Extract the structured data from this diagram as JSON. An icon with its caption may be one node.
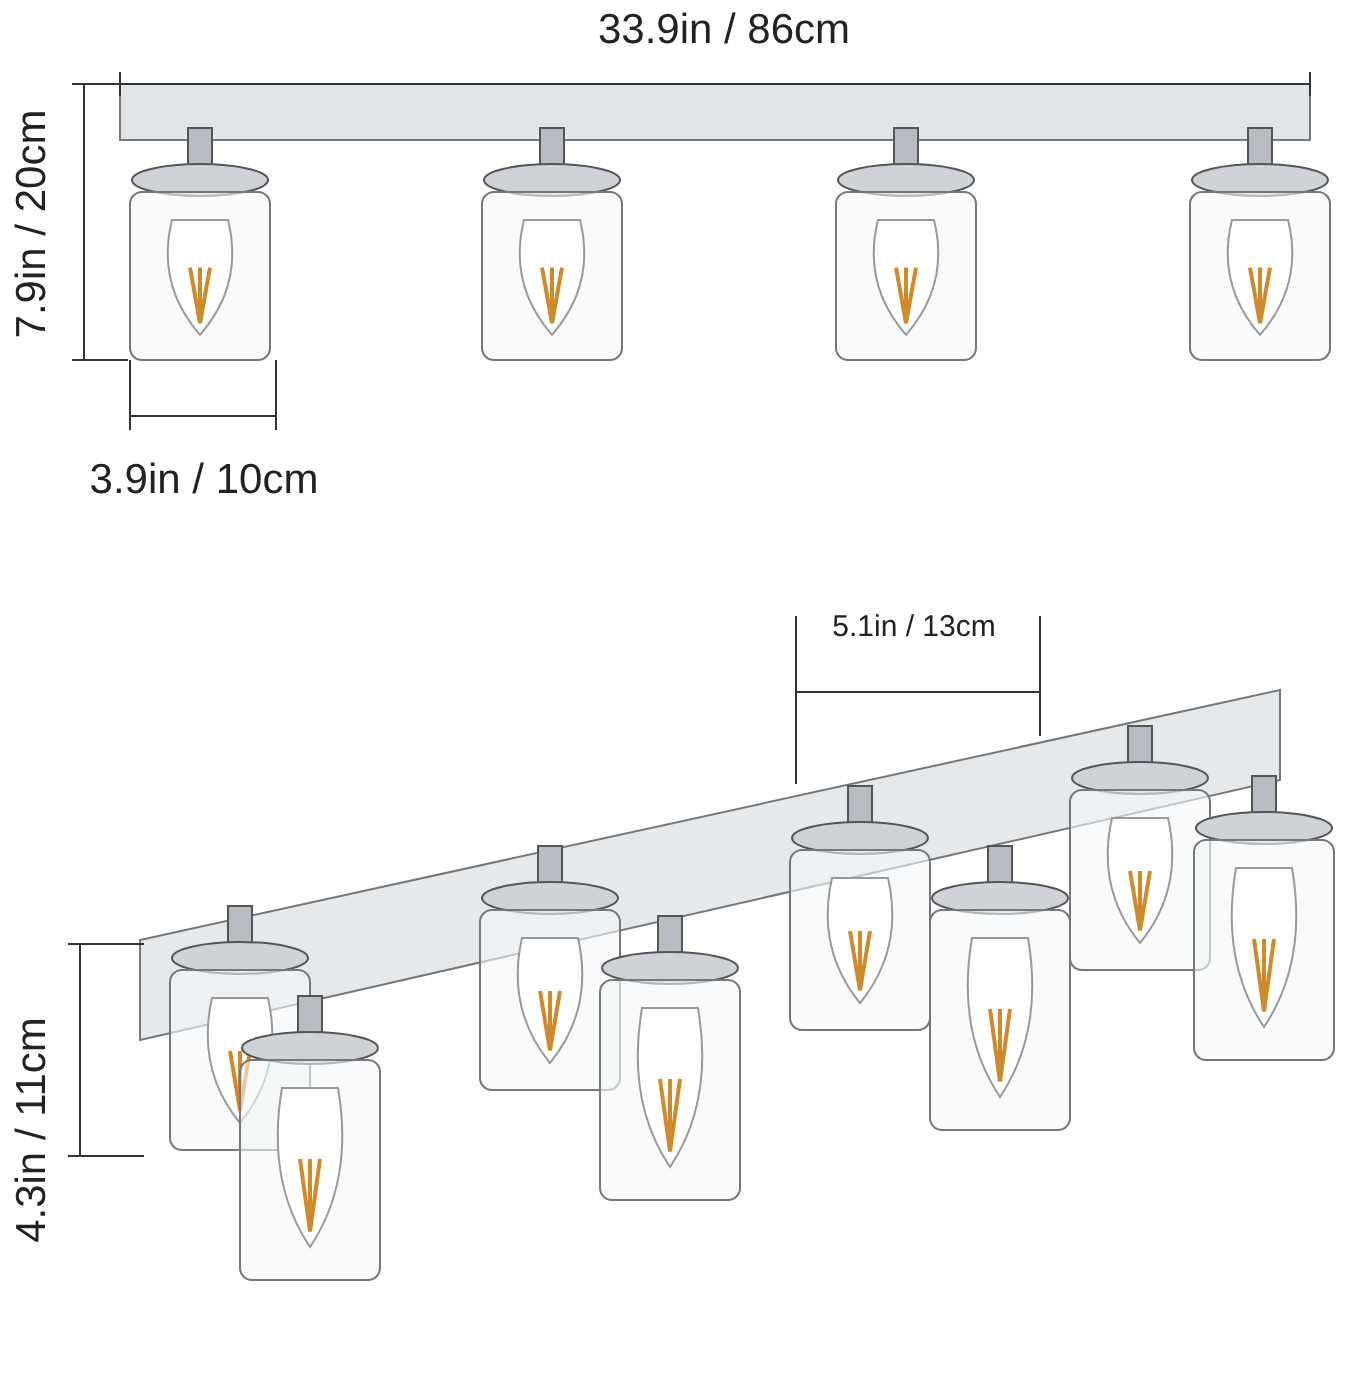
{
  "diagram": {
    "labels": [
      "33.9in / 86cm",
      "7.9in / 20cm",
      "3.9in / 10cm",
      "5.1in / 13cm",
      "4.3in / 11cm"
    ]
  }
}
